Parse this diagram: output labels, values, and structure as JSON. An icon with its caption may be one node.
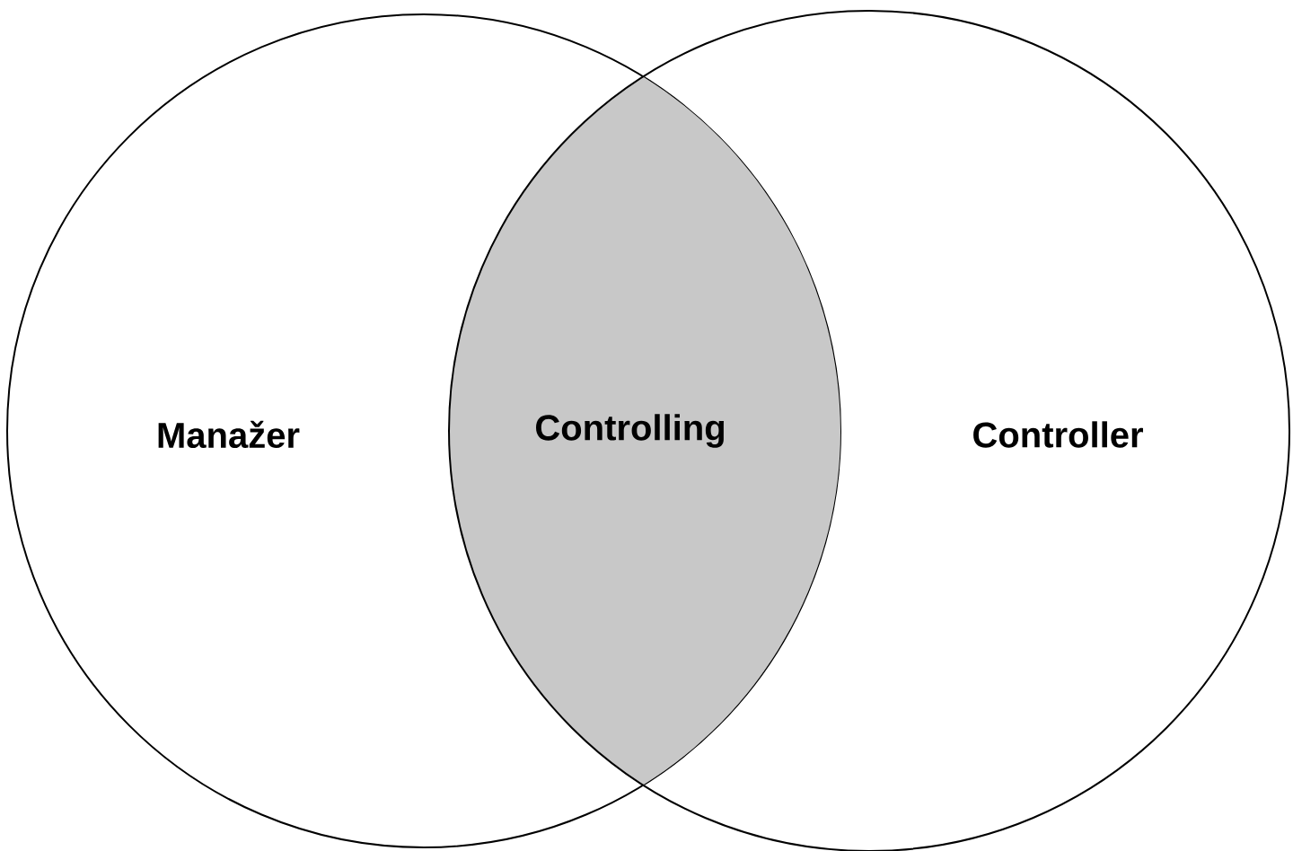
{
  "diagram": {
    "nodes": [
      {
        "text": [
          "Manažer"
        ]
      },
      {
        "text": [
          "Controlling"
        ]
      },
      {
        "text": [
          "Controller"
        ]
      }
    ]
  }
}
